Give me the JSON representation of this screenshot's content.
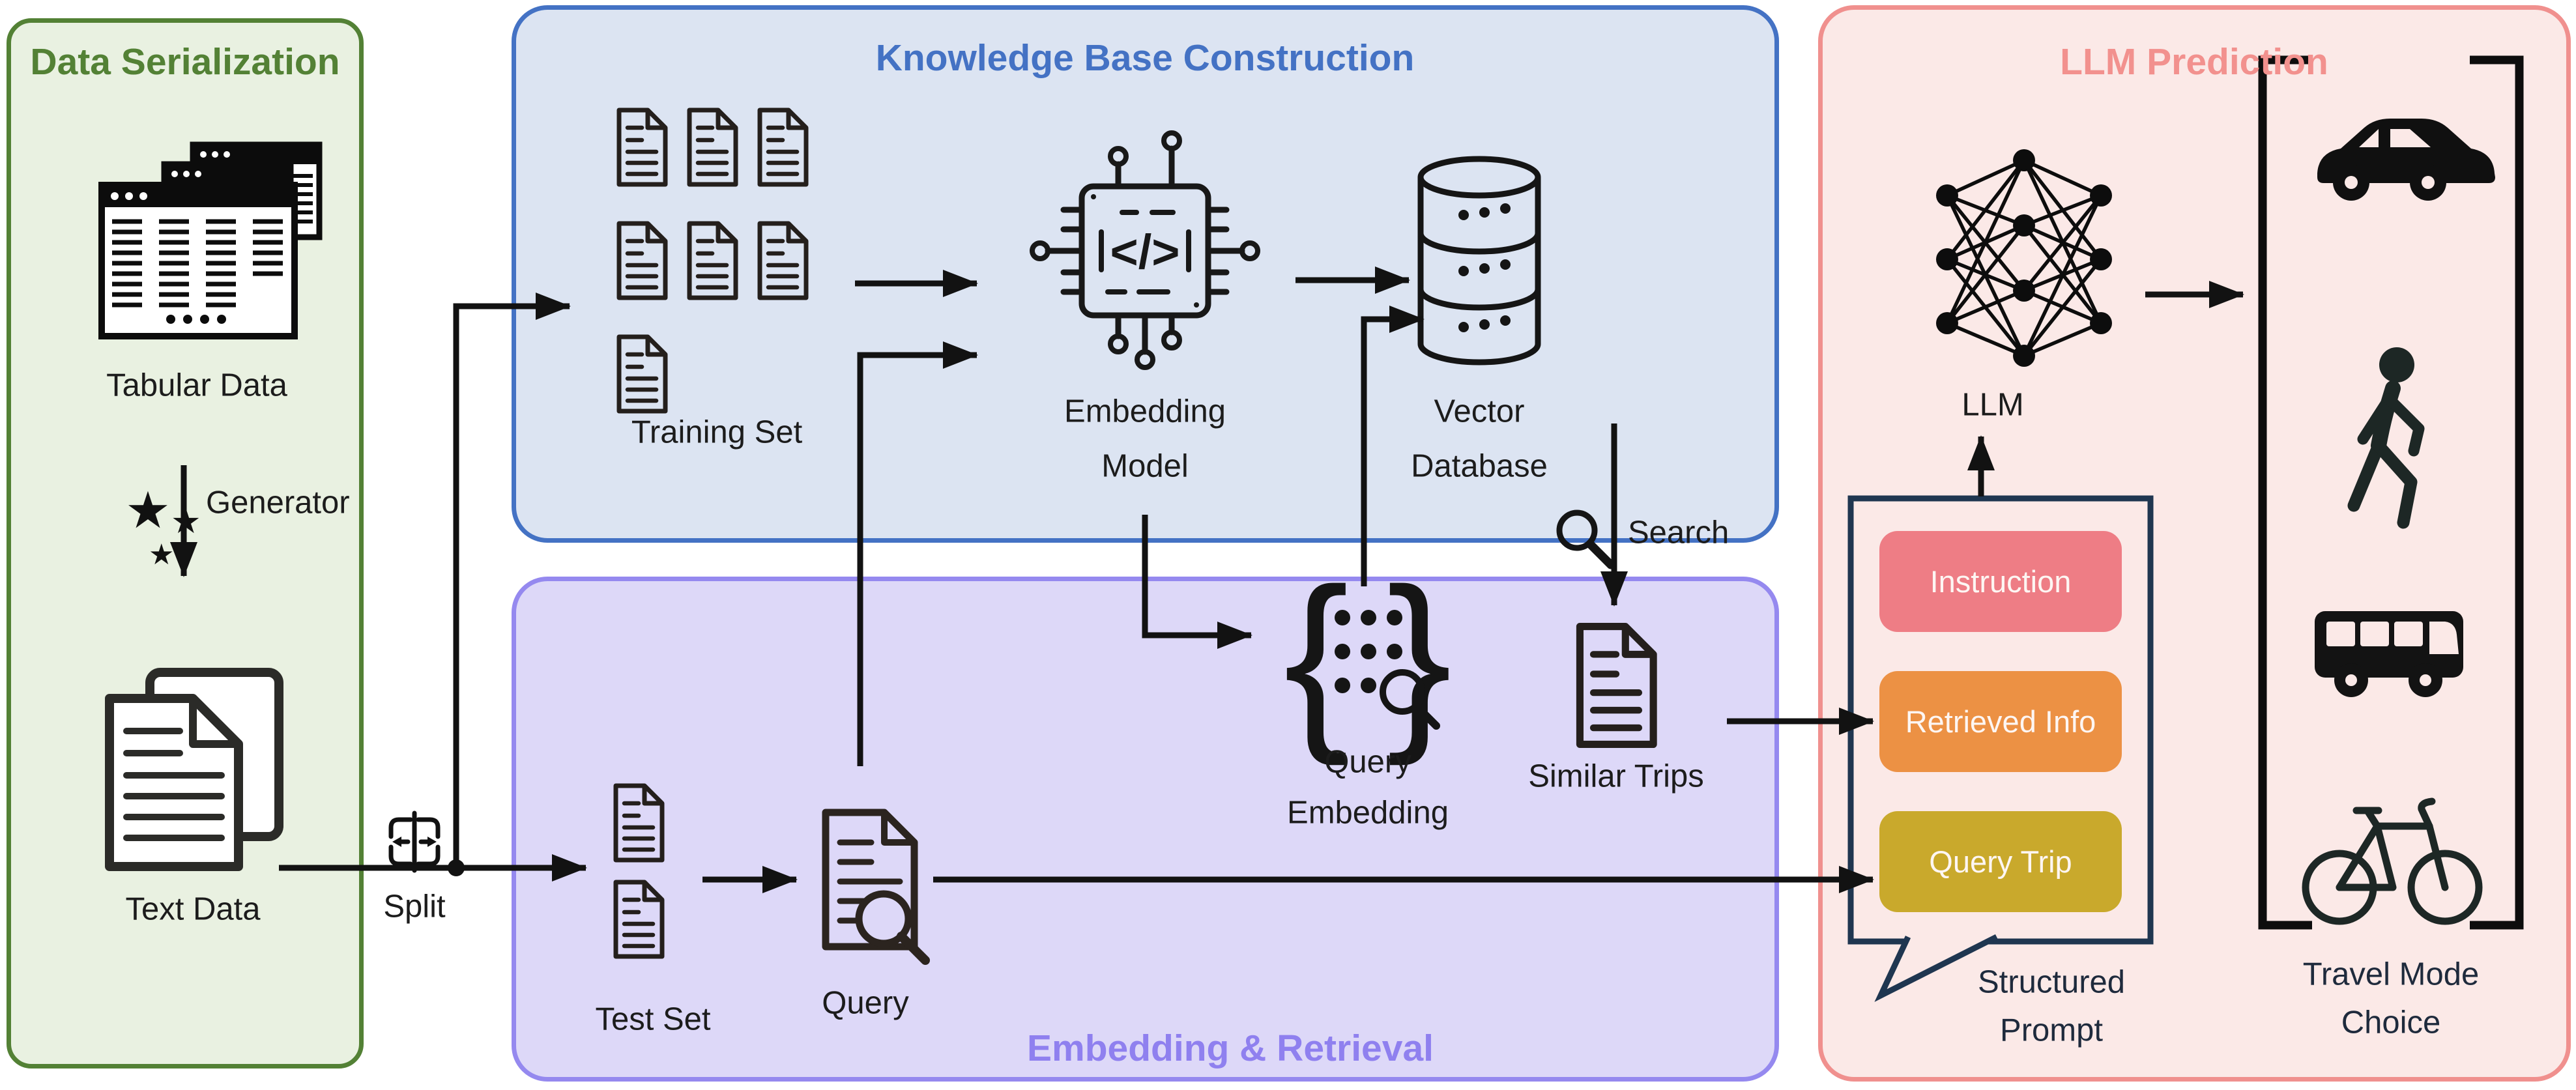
{
  "figure": {
    "type": "pipeline-diagram",
    "description_visible_text_only": true
  },
  "colors": {
    "green_border": "#538135",
    "green_fill": "#e9f1e1",
    "blue_border": "#4472c4",
    "blue_fill": "#dce4f2",
    "purple_border": "#9589ef",
    "purple_fill": "#ddd8f8",
    "pink_border": "#f0908e",
    "pink_fill": "#fbe9e7",
    "instruction_block": "#ee7d85",
    "retrieved_info_block": "#ec9144",
    "query_trip_block": "#c9a92c",
    "prompt_border": "#1f3650",
    "connector_line": "#121212"
  },
  "serialization": {
    "title": "Data Serialization",
    "tabular_label": "Tabular Data",
    "generator_label": "Generator",
    "text_label": "Text Data"
  },
  "split": {
    "label": "Split"
  },
  "knowledge_base": {
    "title": "Knowledge Base Construction",
    "training_label": "Training Set",
    "embedding_model_line1": "Embedding",
    "embedding_model_line2": "Model",
    "vector_db_line1": "Vector",
    "vector_db_line2": "Database"
  },
  "retrieval": {
    "title": "Embedding & Retrieval",
    "test_label": "Test Set",
    "query_label": "Query",
    "query_embedding_line1": "Query",
    "query_embedding_line2": "Embedding",
    "search_label": "Search",
    "similar_trips_label": "Similar Trips"
  },
  "prediction": {
    "title": "LLM Prediction",
    "llm_label": "LLM",
    "prompt_blocks": [
      {
        "label": "Instruction",
        "color": "#ee7d85"
      },
      {
        "label": "Retrieved Info",
        "color": "#ec9144"
      },
      {
        "label": "Query Trip",
        "color": "#c9a92c"
      }
    ],
    "prompt_caption_line1": "Structured",
    "prompt_caption_line2": "Prompt",
    "output_caption_line1": "Travel Mode",
    "output_caption_line2": "Choice"
  },
  "icons": {
    "tabular_data": "stacked-spreadsheet-windows-icon",
    "generator": "stars-icon",
    "text_data": "document-pages-icon",
    "split": "split-arrows-icon",
    "training_set": "document-icon-x7",
    "embedding_model": "chip-code-icon",
    "vector_database": "database-cylinder-icon",
    "test_set": "document-icon-x2",
    "query": "document-magnifier-icon",
    "query_embedding": "braces-dot-matrix-magnifier-icon",
    "search": "magnifier-icon",
    "similar_trips": "document-icon",
    "llm": "neural-network-icon",
    "travel_modes": [
      "car-icon",
      "pedestrian-icon",
      "bus-icon",
      "bicycle-icon"
    ]
  }
}
